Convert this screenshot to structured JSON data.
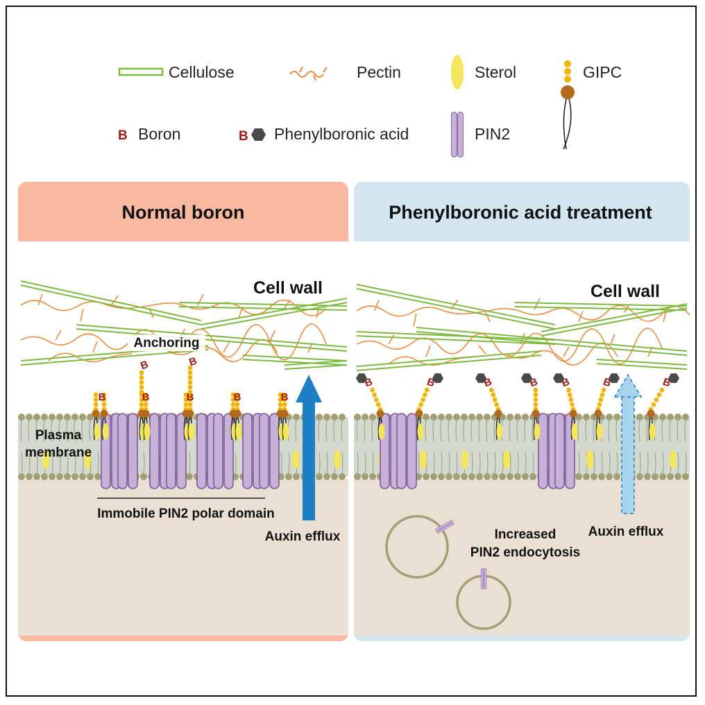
{
  "legend": {
    "cellulose": "Cellulose",
    "pectin": "Pectin",
    "sterol": "Sterol",
    "gipc": "GIPC",
    "boron_symbol": "B",
    "boron": "Boron",
    "phenylboronic_symbol": "B",
    "phenylboronic": "Phenylboronic acid",
    "pin2": "PIN2"
  },
  "left_panel": {
    "title": "Normal boron",
    "cell_wall": "Cell wall",
    "anchoring": "Anchoring",
    "plasma_line1": "Plasma",
    "plasma_line2": "membrane",
    "polar_domain": "Immobile PIN2 polar domain",
    "auxin": "Auxin efflux"
  },
  "right_panel": {
    "title": "Phenylboronic acid treatment",
    "cell_wall": "Cell wall",
    "endo_line1": "Increased",
    "endo_line2": "PIN2 endocytosis",
    "auxin": "Auxin efflux"
  },
  "colors": {
    "left_header": "#f8b9a0",
    "right_header": "#d3e6ef",
    "cytoplasm": "#e9e0d3",
    "cellulose": "#7cba3f",
    "pectin": "#ee8a3c",
    "sterol": "#f3e65b",
    "gipc_bead": "#f2b400",
    "gipc_head": "#b36a1c",
    "pin2": "#c7b1d6",
    "pin2_edge": "#7b5a9e",
    "lipid_head": "#a39e74",
    "boron": "#a01818",
    "arrow": "#1f7fc4"
  }
}
